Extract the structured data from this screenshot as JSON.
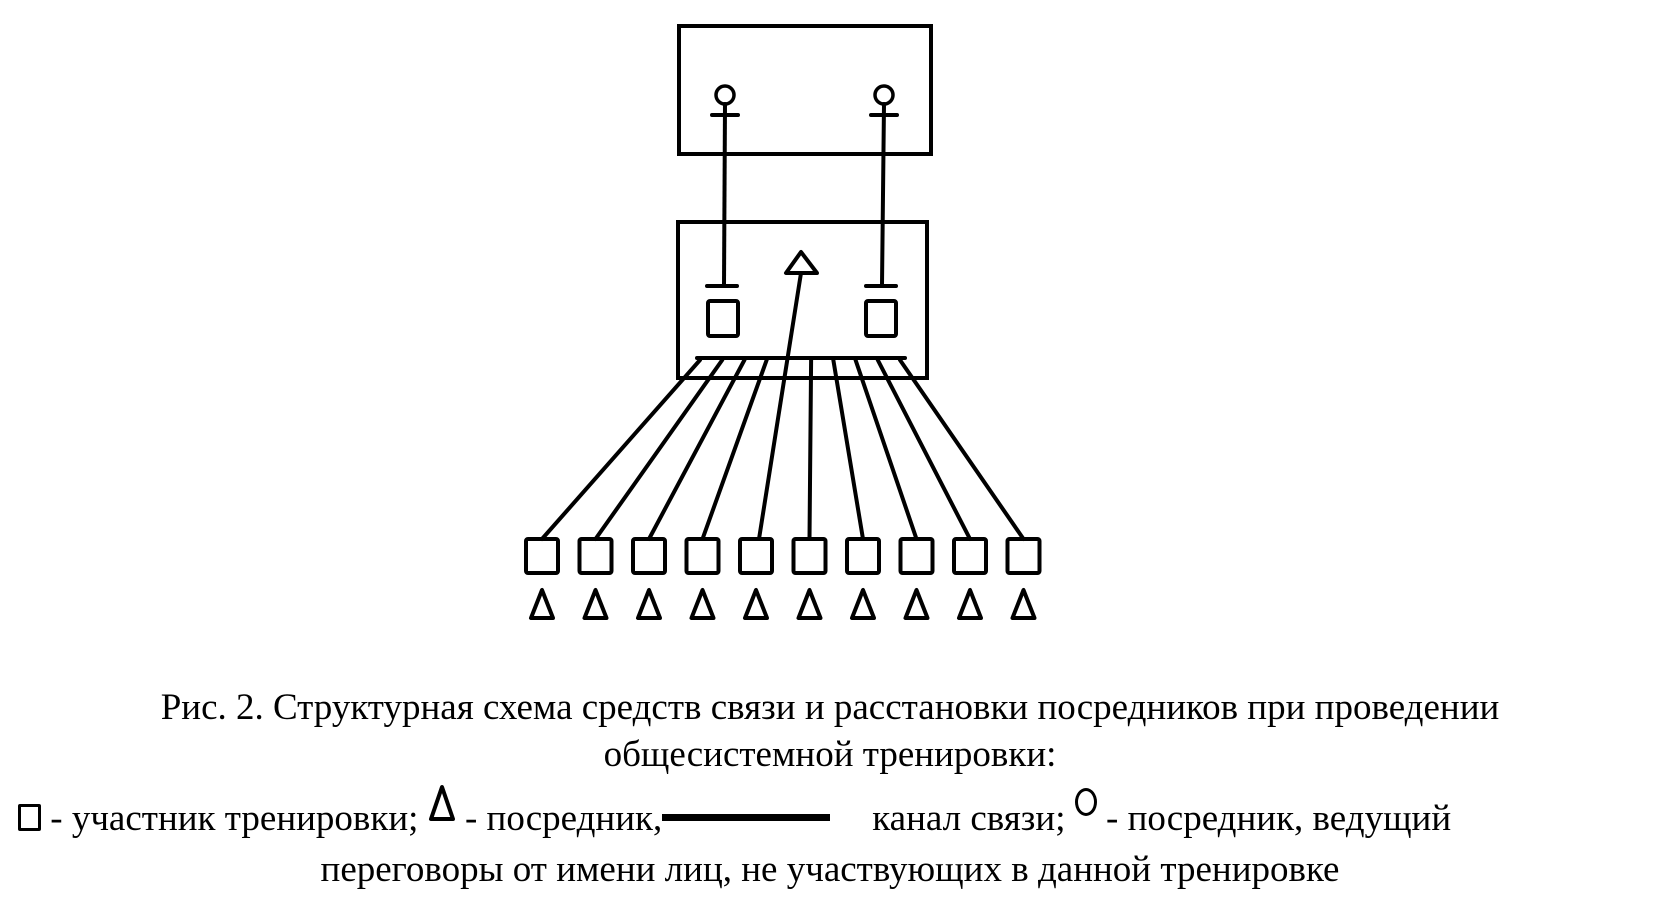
{
  "figure": {
    "title_line1": "Рис. 2. Структурная схема средств связи и расстановки посредников при проведении",
    "title_line2": "общесистемной тренировки:",
    "legend": {
      "participant_label": " - участник тренировки; ",
      "mediator_label": " - посредник,",
      "channel_label": "канал связи; ",
      "proxy_mediator_label": " - посредник, ведущий"
    },
    "legend_line2": "переговоры от имени лиц, не участвующих в данной тренировке"
  },
  "diagram": {
    "top_block": {
      "proxy_mediators": 2
    },
    "middle_block": {
      "participants": 2,
      "mediators": 1
    },
    "bottom_row": {
      "participants": 10,
      "mediators": 10
    }
  }
}
